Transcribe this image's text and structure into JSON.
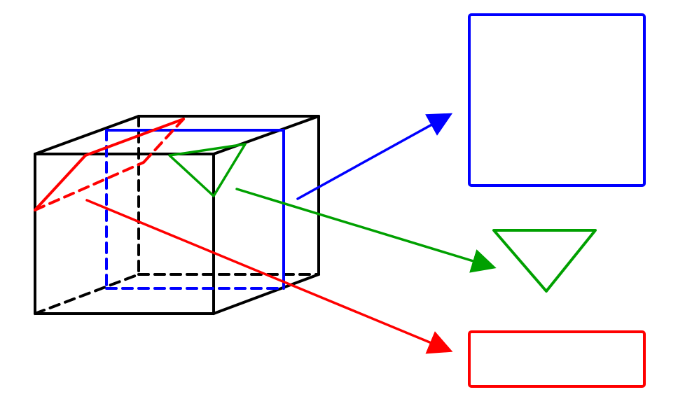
{
  "colors": {
    "background": "#ffffff",
    "cube": "#000000",
    "plane_vertical": "#0000ff",
    "plane_triangle": "#00a000",
    "plane_diagonal": "#ff0000"
  },
  "diagram": {
    "solid": "cube",
    "sections": [
      {
        "id": "vertical",
        "shape": "square",
        "color_key": "plane_vertical"
      },
      {
        "id": "corner",
        "shape": "triangle",
        "color_key": "plane_triangle"
      },
      {
        "id": "diagonal",
        "shape": "rectangle",
        "color_key": "plane_diagonal"
      }
    ]
  }
}
